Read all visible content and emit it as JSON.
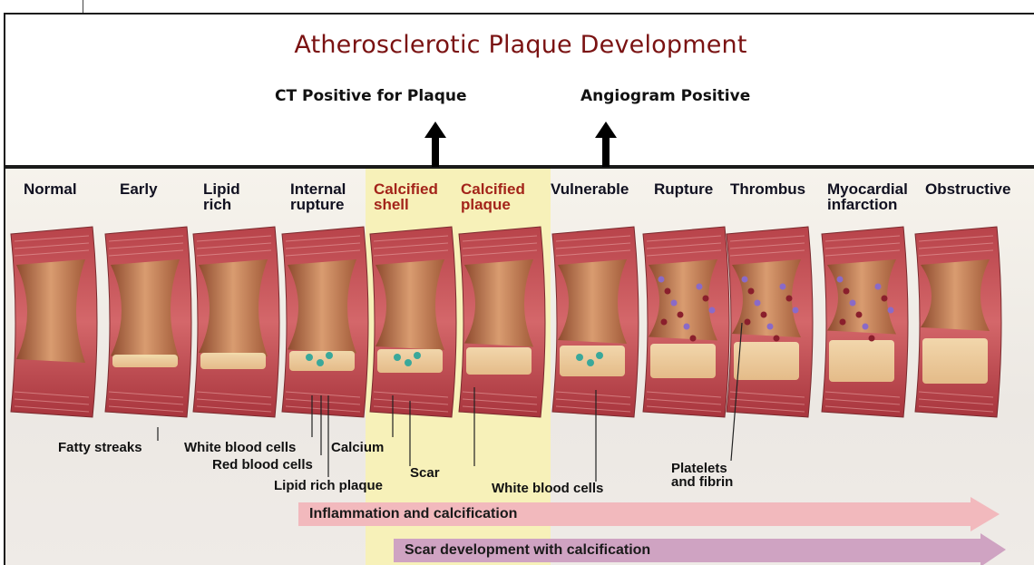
{
  "header": {
    "title": "Atherosclerotic Plaque Development",
    "labels": [
      "CT Positive for Plaque",
      "Angiogram Positive"
    ]
  },
  "stages": [
    {
      "label": "Normal",
      "highlight": false
    },
    {
      "label": "Early",
      "highlight": false
    },
    {
      "label": "Lipid\nrich",
      "highlight": false
    },
    {
      "label": "Internal\nrupture",
      "highlight": false
    },
    {
      "label": "Calcified\nshell",
      "highlight": true
    },
    {
      "label": "Calcified\nplaque",
      "highlight": true
    },
    {
      "label": "Vulnerable",
      "highlight": false
    },
    {
      "label": "Rupture",
      "highlight": false
    },
    {
      "label": "Thrombus",
      "highlight": false
    },
    {
      "label": "Myocardial\ninfarction",
      "highlight": false
    },
    {
      "label": "Obstructive",
      "highlight": false
    }
  ],
  "annotations": [
    "Fatty streaks",
    "White blood cells",
    "Calcium",
    "Red blood cells",
    "Lipid rich plaque",
    "Scar",
    "White blood cells",
    "Platelets\nand fibrin"
  ],
  "bands": [
    {
      "label": "Inflammation and calcification",
      "color": "#f2b9bd"
    },
    {
      "label": "Scar development with calcification",
      "color": "#cfa3c2"
    }
  ],
  "colors": {
    "title": "#7a1212",
    "stage_highlight_text": "#a3241a",
    "calcified_highlight": "#f7f1b9",
    "vessel_wall": "#c9555a",
    "lumen": "#c98a62"
  }
}
